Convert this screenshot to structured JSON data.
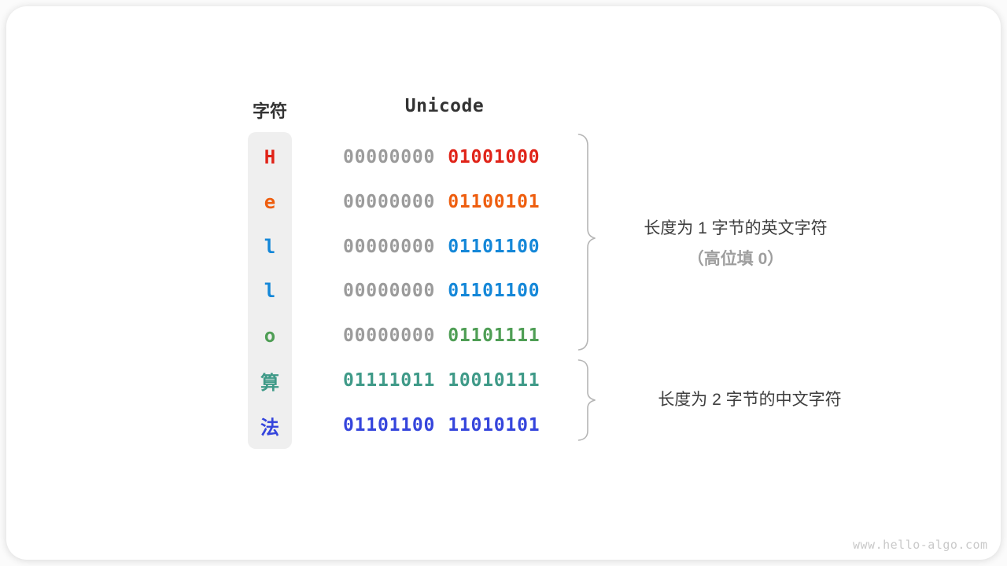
{
  "header": {
    "char_column": "字符",
    "unicode_column": "Unicode"
  },
  "rows": [
    {
      "char": "H",
      "byte1": "00000000",
      "byte2": "01001000",
      "char_color": "#e02318",
      "byte1_color": "#9b9b9b",
      "byte2_color": "#e02318"
    },
    {
      "char": "e",
      "byte1": "00000000",
      "byte2": "01100101",
      "char_color": "#ee5e0f",
      "byte1_color": "#9b9b9b",
      "byte2_color": "#ee5e0f"
    },
    {
      "char": "l",
      "byte1": "00000000",
      "byte2": "01101100",
      "char_color": "#1487d8",
      "byte1_color": "#9b9b9b",
      "byte2_color": "#1487d8"
    },
    {
      "char": "l",
      "byte1": "00000000",
      "byte2": "01101100",
      "char_color": "#1487d8",
      "byte1_color": "#9b9b9b",
      "byte2_color": "#1487d8"
    },
    {
      "char": "o",
      "byte1": "00000000",
      "byte2": "01101111",
      "char_color": "#4f9e55",
      "byte1_color": "#9b9b9b",
      "byte2_color": "#4f9e55"
    },
    {
      "char": "算",
      "byte1": "01111011",
      "byte2": "10010111",
      "char_color": "#3f9a88",
      "byte1_color": "#3f9a88",
      "byte2_color": "#3f9a88"
    },
    {
      "char": "法",
      "byte1": "01101100",
      "byte2": "11010101",
      "char_color": "#3545dc",
      "byte1_color": "#3545dc",
      "byte2_color": "#3545dc"
    }
  ],
  "annotations": {
    "english_group_line1": "长度为 1 字节的英文字符",
    "english_group_line2": "（高位填 0）",
    "chinese_group_line1": "长度为 2 字节的中文字符"
  },
  "watermark": "www.hello-algo.com",
  "colors": {
    "gray_high_byte": "#9b9b9b",
    "brace_stroke": "#b5b5b5",
    "header_text": "#333333",
    "annotation_text": "#3d3d3d",
    "annotation_muted": "#9e9e9e",
    "char_column_bg": "#efefef",
    "watermark_text": "#c9c9c9"
  }
}
